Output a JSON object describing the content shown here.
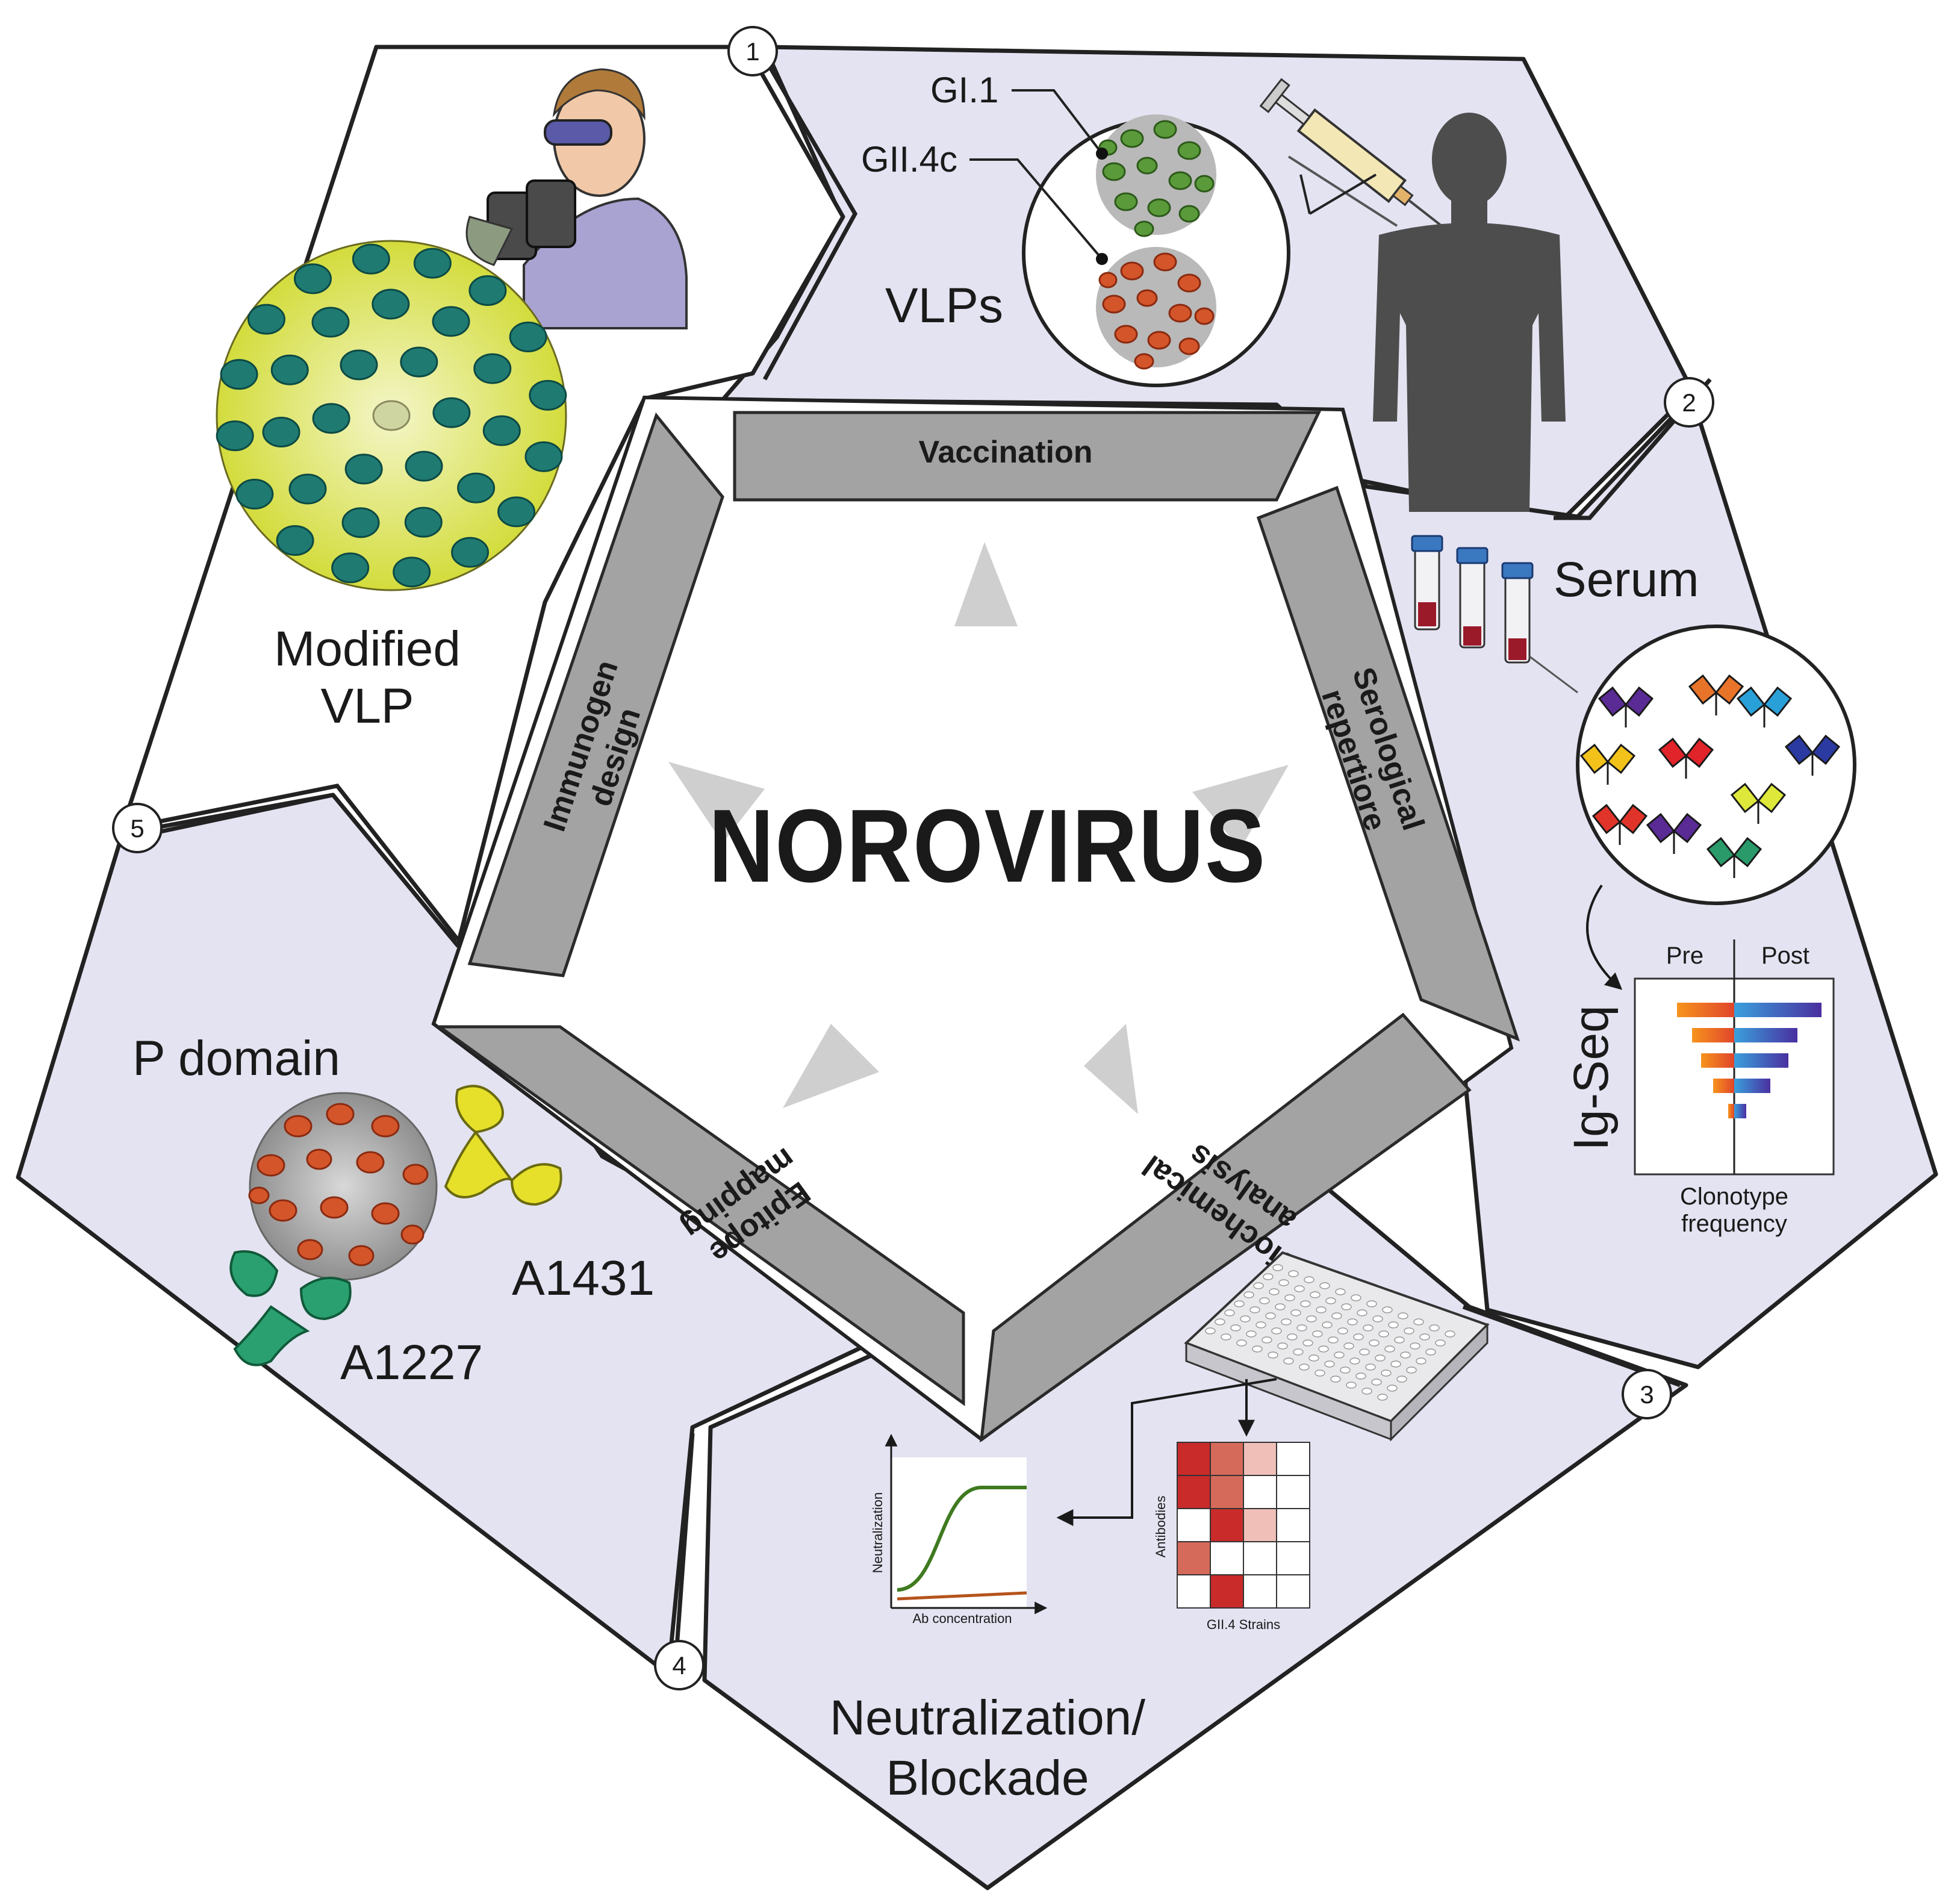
{
  "center": {
    "title": "NOROVIRUS"
  },
  "stages": {
    "vaccination": "Vaccination",
    "serological_line1": "Serological",
    "serological_line2": "repertiore",
    "biochemical_line1": "Biochemical",
    "biochemical_line2": "analysis",
    "epitope_line1": "Epitope",
    "epitope_line2": "mapping",
    "immunogen_line1": "Immunogen",
    "immunogen_line2": "design"
  },
  "step_numbers": [
    "1",
    "2",
    "3",
    "4",
    "5"
  ],
  "panel_vaccination": {
    "strain_1": "GI.1",
    "strain_2": "GII.4c",
    "vlps": "VLPs"
  },
  "panel_serum": {
    "serum": "Serum",
    "igseq": "Ig-Seq",
    "pre": "Pre",
    "post": "Post",
    "xlabel_line1": "Clonotype",
    "xlabel_line2": "frequency"
  },
  "panel_neutralization": {
    "ylabel": "Neutralization",
    "xlabel": "Ab concentration",
    "heatmap_ylabel": "Antibodies",
    "heatmap_xlabel": "GII.4 Strains",
    "title_line1": "Neutralization/",
    "title_line2": "Blockade"
  },
  "panel_pdomain": {
    "title": "P domain",
    "ab_1": "A1431",
    "ab_2": "A1227"
  },
  "panel_modified": {
    "line1": "Modified",
    "line2": "VLP"
  },
  "colors": {
    "panel_fill": "#e4e3f2",
    "banner": "#a3a3a3",
    "gi1_green": "#5a9a3a",
    "gii4_orange": "#d4552a",
    "modified_teal": "#1f7a72",
    "modified_yellow": "#d8e04a",
    "neutralization_curve": "#3f7a1f",
    "control_curve": "#b5531c"
  }
}
